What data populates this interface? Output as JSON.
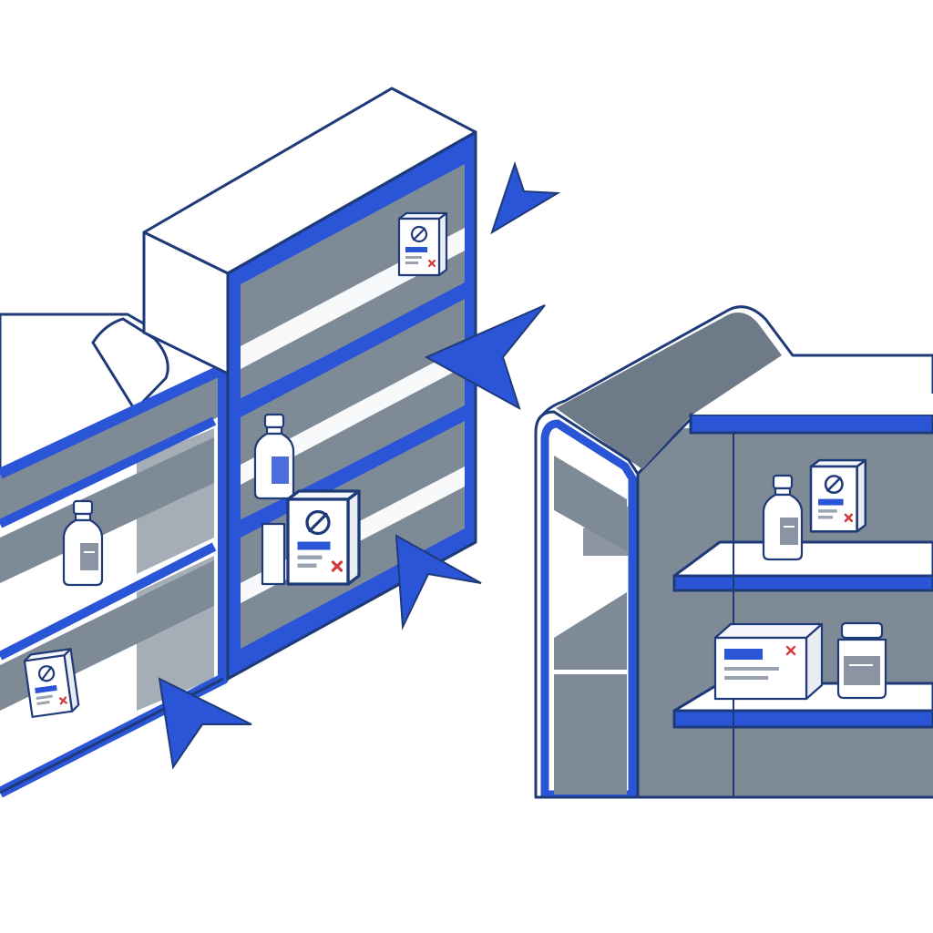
{
  "illustration": {
    "shelving_units": [
      "left-low-shelf",
      "center-tall-shelf",
      "right-counter-shelf"
    ],
    "items": [
      "medicine-box",
      "medicine-bottle",
      "medicine-jar",
      "medicine-carton"
    ],
    "markers": [
      "arrow-cursor",
      "arrow-cursor",
      "arrow-cursor",
      "arrow-cursor"
    ],
    "label_mark": "x",
    "colors": {
      "accent": "#2a55d6",
      "outline": "#1f3a78",
      "shelf_shadow": "#7f8a97",
      "background": "#ffffff",
      "warning_mark": "#d33a3a"
    }
  }
}
